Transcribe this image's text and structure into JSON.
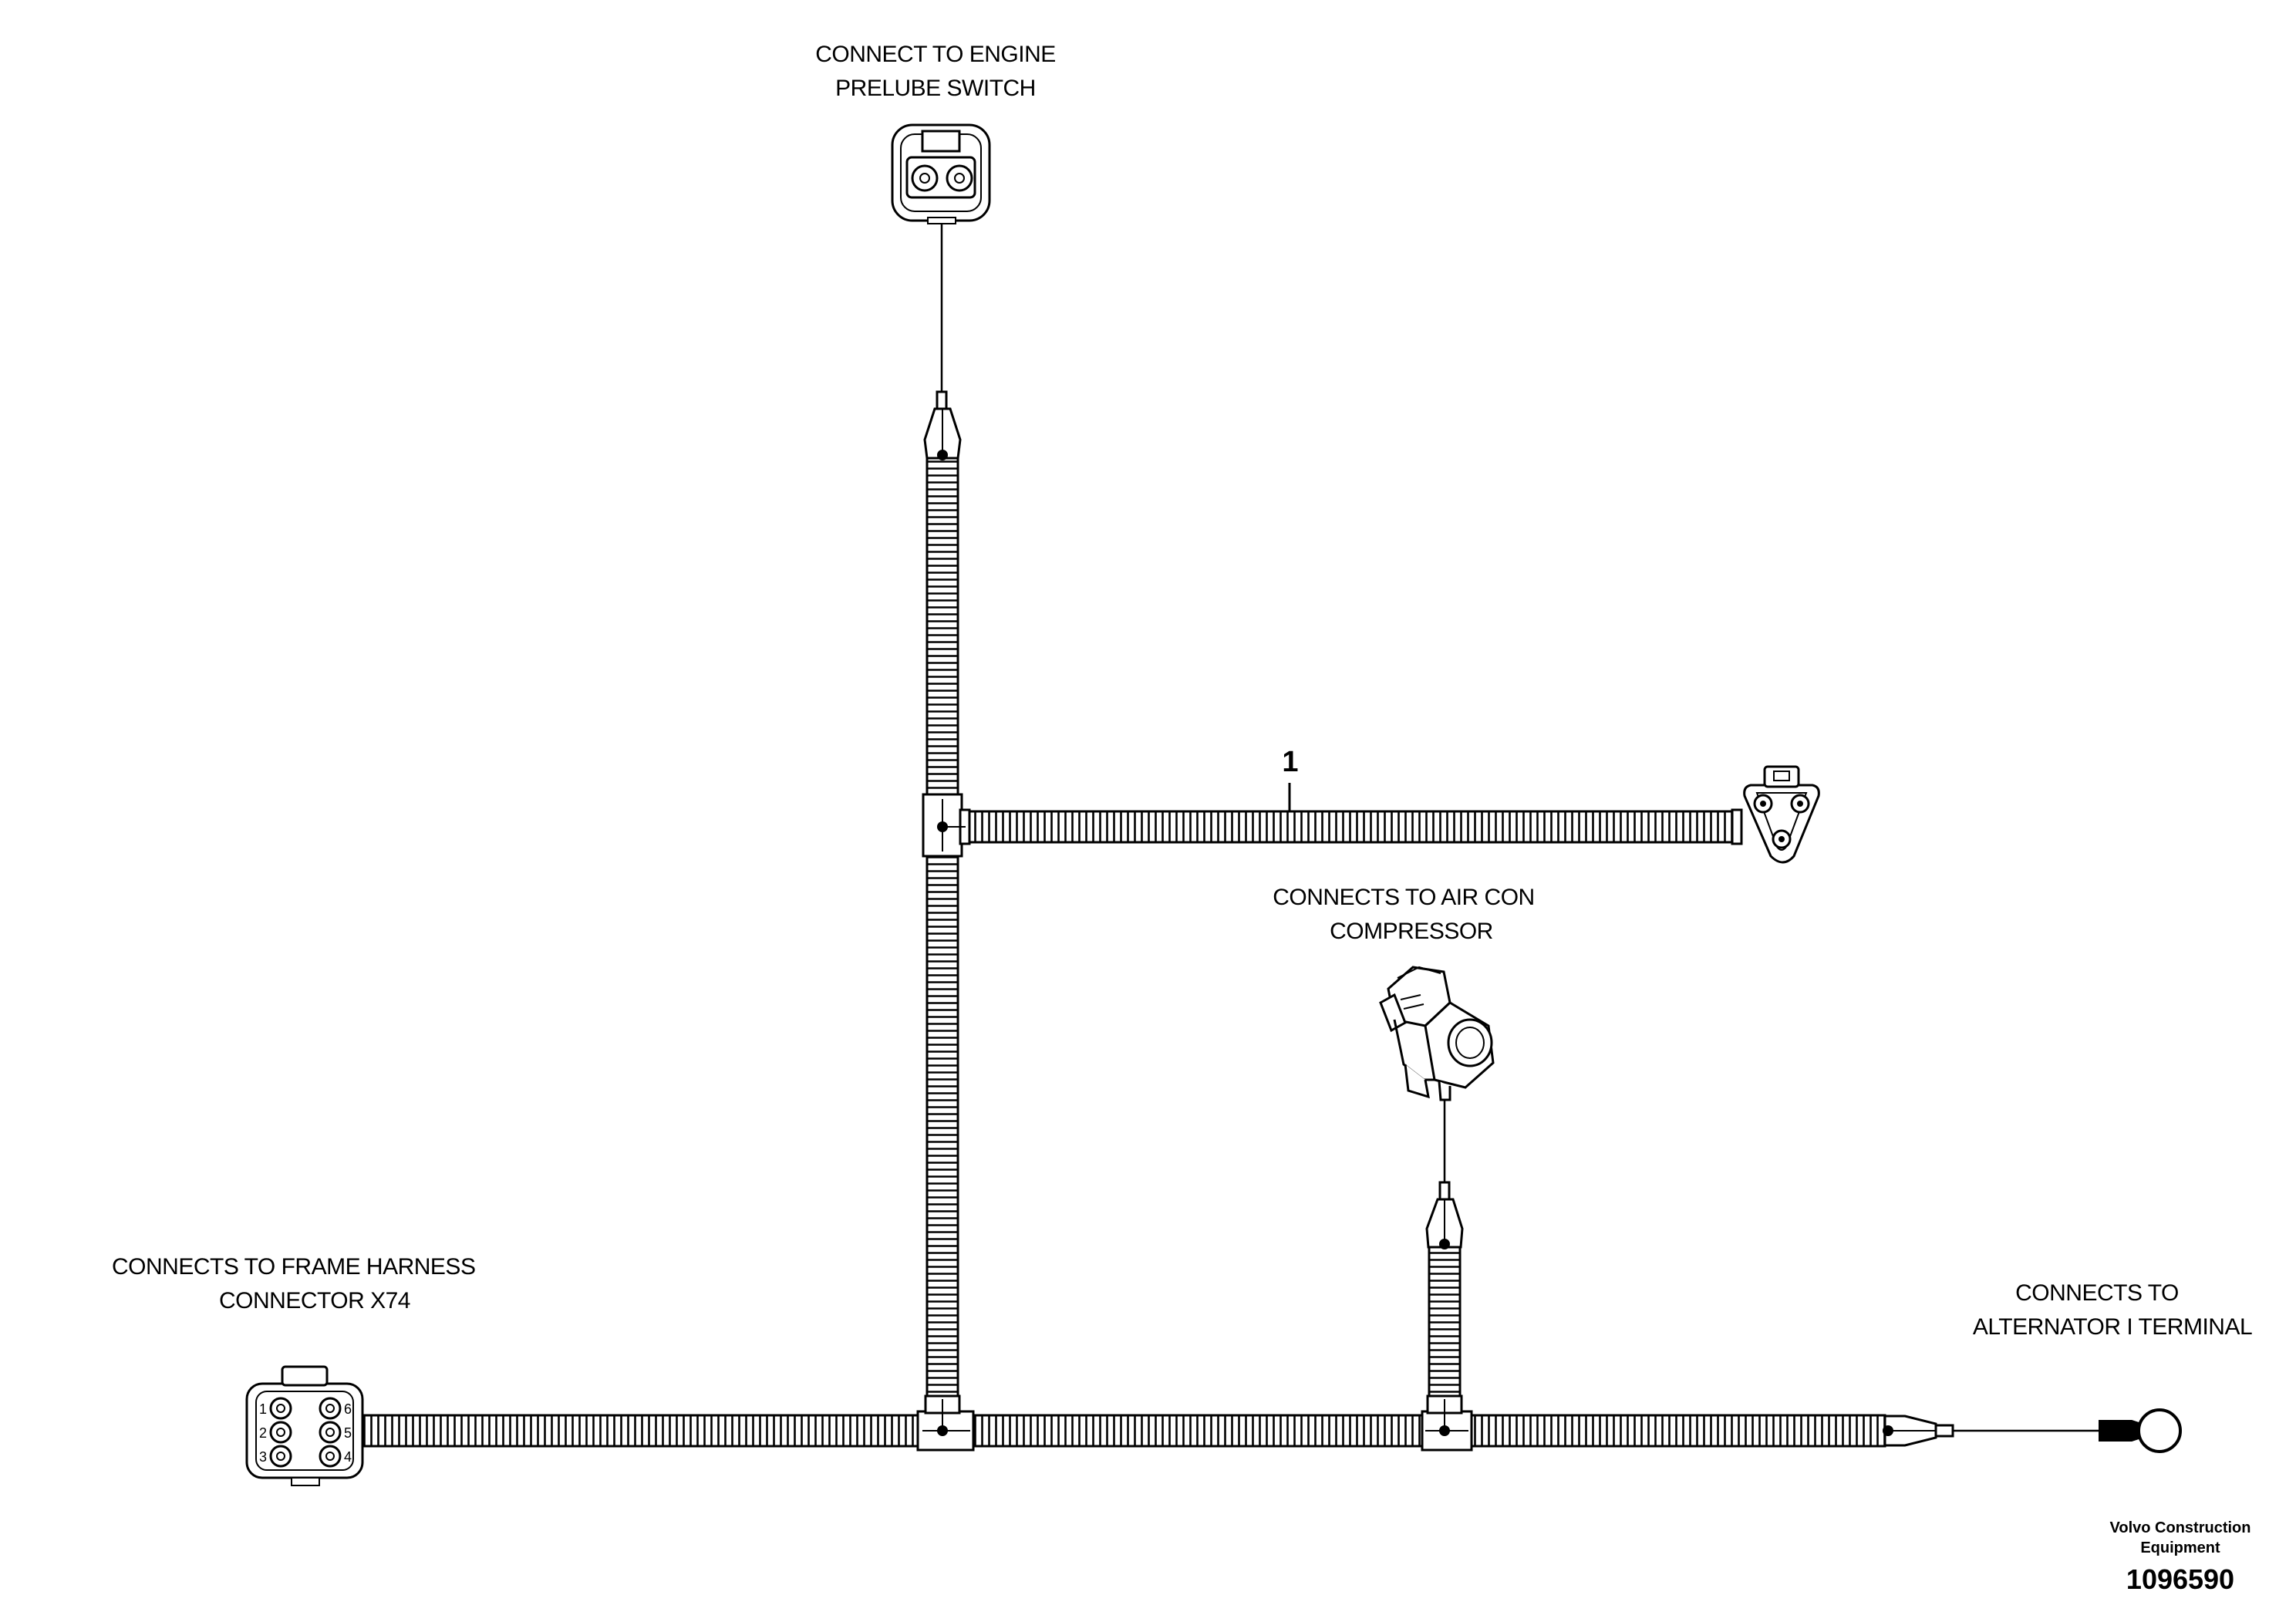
{
  "labels": {
    "prelube_line1": "CONNECT TO ENGINE",
    "prelube_line2": "PRELUBE SWITCH",
    "aircon_line1": "CONNECTS TO AIR CON",
    "aircon_line2": "COMPRESSOR",
    "frame_line1": "CONNECTS TO FRAME HARNESS",
    "frame_line2": "CONNECTOR X74",
    "alternator_line1": "CONNECTS TO",
    "alternator_line2": "ALTERNATOR I TERMINAL"
  },
  "callout": "1",
  "connector_pins": [
    "1",
    "2",
    "3",
    "4",
    "5",
    "6"
  ],
  "footer": {
    "company_line1": "Volvo Construction",
    "company_line2": "Equipment",
    "figure_number": "1096590"
  }
}
